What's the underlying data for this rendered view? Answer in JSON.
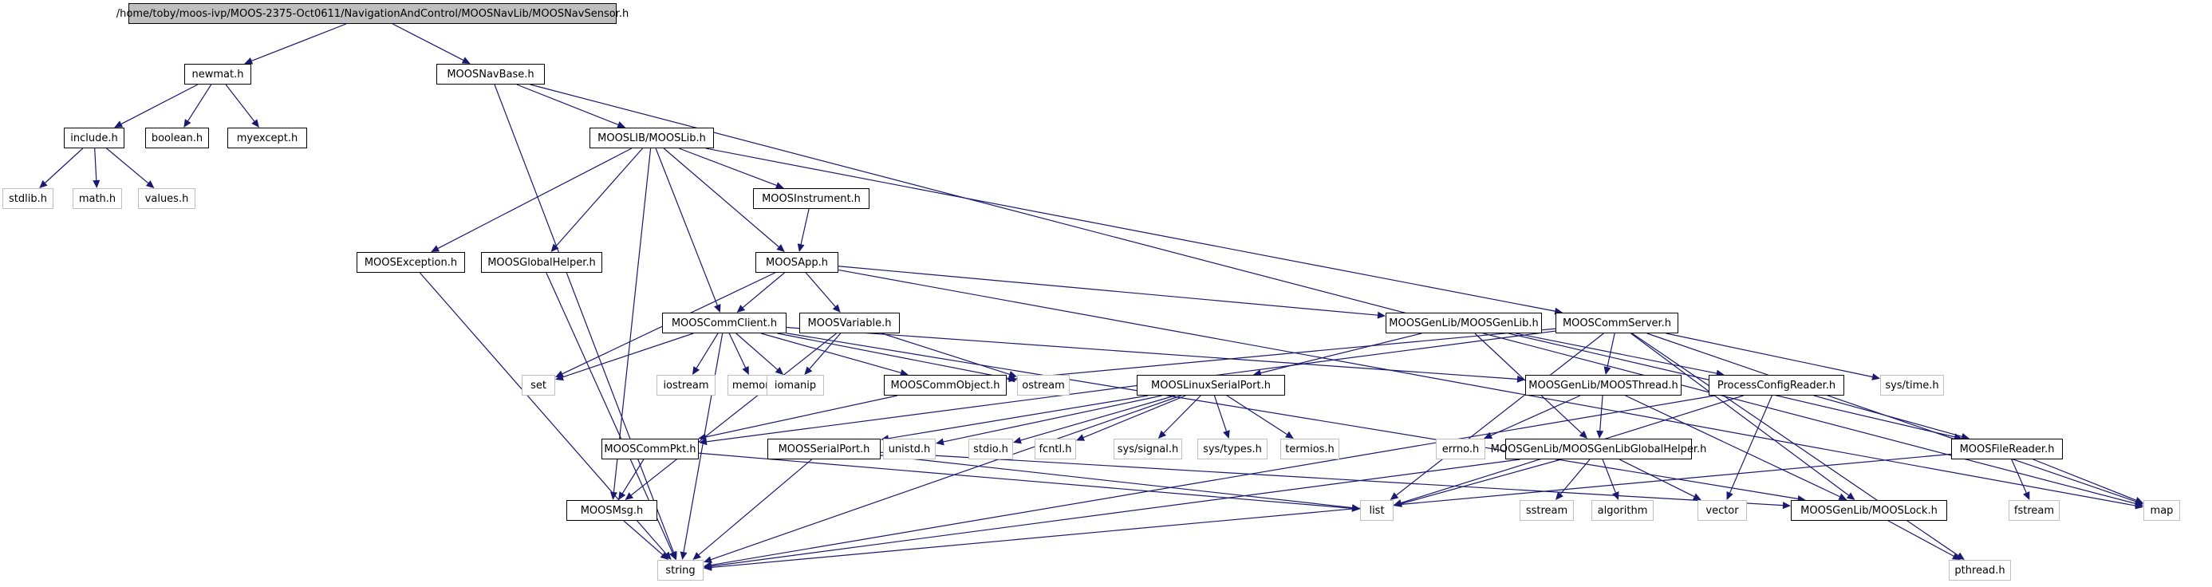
{
  "diagram": {
    "type": "include-dependency-graph",
    "colors": {
      "edge": "#191970",
      "root_fill": "#bfbfbf",
      "project_border": "#000000",
      "system_border": "#bfbfbf"
    },
    "nodes": {
      "root": "/home/toby/moos-ivp/MOOS-2375-Oct0611/NavigationAndControl/MOOSNavLib/MOOSNavSensor.h",
      "newmat": "newmat.h",
      "include": "include.h",
      "boolean": "boolean.h",
      "myexcept": "myexcept.h",
      "stdlib": "stdlib.h",
      "math": "math.h",
      "values": "values.h",
      "navbase": "MOOSNavBase.h",
      "mooslib": "MOOSLIB/MOOSLib.h",
      "exception": "MOOSException.h",
      "globalhelper": "MOOSGlobalHelper.h",
      "instrument": "MOOSInstrument.h",
      "app": "MOOSApp.h",
      "commclient": "MOOSCommClient.h",
      "variable": "MOOSVariable.h",
      "genlib": "MOOSGenLib/MOOSGenLib.h",
      "commserver": "MOOSCommServer.h",
      "set": "set",
      "iostream": "iostream",
      "memory": "memory",
      "iomanip": "iomanip",
      "commobject": "MOOSCommObject.h",
      "ostream": "ostream",
      "linuxserial": "MOOSLinuxSerialPort.h",
      "thread": "MOOSGenLib/MOOSThread.h",
      "processconfig": "ProcessConfigReader.h",
      "systime": "sys/time.h",
      "commpkt": "MOOSCommPkt.h",
      "serialport": "MOOSSerialPort.h",
      "unistd": "unistd.h",
      "stdio": "stdio.h",
      "fcntl": "fcntl.h",
      "syssignal": "sys/signal.h",
      "systypes": "sys/types.h",
      "termios": "termios.h",
      "errno": "errno.h",
      "genlibhelper": "MOOSGenLib/MOOSGenLibGlobalHelper.h",
      "filereader": "MOOSFileReader.h",
      "msg": "MOOSMsg.h",
      "list": "list",
      "sstream": "sstream",
      "algorithm": "algorithm",
      "vector": "vector",
      "lock": "MOOSGenLib/MOOSLock.h",
      "fstream": "fstream",
      "map": "map",
      "string": "string",
      "pthread": "pthread.h"
    },
    "edges": [
      [
        "root",
        "newmat"
      ],
      [
        "root",
        "navbase"
      ],
      [
        "newmat",
        "include"
      ],
      [
        "newmat",
        "boolean"
      ],
      [
        "newmat",
        "myexcept"
      ],
      [
        "include",
        "stdlib"
      ],
      [
        "include",
        "math"
      ],
      [
        "include",
        "values"
      ],
      [
        "navbase",
        "mooslib"
      ],
      [
        "navbase",
        "string"
      ],
      [
        "navbase",
        "map"
      ],
      [
        "mooslib",
        "exception"
      ],
      [
        "mooslib",
        "globalhelper"
      ],
      [
        "mooslib",
        "instrument"
      ],
      [
        "mooslib",
        "app"
      ],
      [
        "mooslib",
        "commclient"
      ],
      [
        "mooslib",
        "commserver"
      ],
      [
        "mooslib",
        "msg"
      ],
      [
        "instrument",
        "app"
      ],
      [
        "app",
        "commclient"
      ],
      [
        "app",
        "variable"
      ],
      [
        "app",
        "genlib"
      ],
      [
        "app",
        "set"
      ],
      [
        "app",
        "map"
      ],
      [
        "exception",
        "string"
      ],
      [
        "globalhelper",
        "string"
      ],
      [
        "commclient",
        "set"
      ],
      [
        "commclient",
        "iostream"
      ],
      [
        "commclient",
        "memory"
      ],
      [
        "commclient",
        "iomanip"
      ],
      [
        "commclient",
        "commobject"
      ],
      [
        "commclient",
        "ostream"
      ],
      [
        "commclient",
        "thread"
      ],
      [
        "commclient",
        "lock"
      ],
      [
        "commclient",
        "string"
      ],
      [
        "variable",
        "iomanip"
      ],
      [
        "variable",
        "msg"
      ],
      [
        "variable",
        "ostream"
      ],
      [
        "genlib",
        "linuxserial"
      ],
      [
        "genlib",
        "processconfig"
      ],
      [
        "genlib",
        "genlibhelper"
      ],
      [
        "genlib",
        "filereader"
      ],
      [
        "commserver",
        "commobject"
      ],
      [
        "commserver",
        "thread"
      ],
      [
        "commserver",
        "systime"
      ],
      [
        "commserver",
        "list"
      ],
      [
        "commserver",
        "map"
      ],
      [
        "commserver",
        "lock"
      ],
      [
        "commserver",
        "commpkt"
      ],
      [
        "commserver",
        "pthread"
      ],
      [
        "commobject",
        "commpkt"
      ],
      [
        "linuxserial",
        "serialport"
      ],
      [
        "linuxserial",
        "unistd"
      ],
      [
        "linuxserial",
        "stdio"
      ],
      [
        "linuxserial",
        "fcntl"
      ],
      [
        "linuxserial",
        "syssignal"
      ],
      [
        "linuxserial",
        "systypes"
      ],
      [
        "linuxserial",
        "termios"
      ],
      [
        "linuxserial",
        "string"
      ],
      [
        "thread",
        "errno"
      ],
      [
        "thread",
        "genlibhelper"
      ],
      [
        "thread",
        "lock"
      ],
      [
        "processconfig",
        "filereader"
      ],
      [
        "processconfig",
        "list"
      ],
      [
        "processconfig",
        "vector"
      ],
      [
        "processconfig",
        "string"
      ],
      [
        "commpkt",
        "msg"
      ],
      [
        "commpkt",
        "list"
      ],
      [
        "serialport",
        "list"
      ],
      [
        "serialport",
        "lock"
      ],
      [
        "serialport",
        "string"
      ],
      [
        "genlibhelper",
        "list"
      ],
      [
        "genlibhelper",
        "sstream"
      ],
      [
        "genlibhelper",
        "algorithm"
      ],
      [
        "genlibhelper",
        "vector"
      ],
      [
        "genlibhelper",
        "string"
      ],
      [
        "filereader",
        "fstream"
      ],
      [
        "filereader",
        "map"
      ],
      [
        "filereader",
        "string"
      ],
      [
        "msg",
        "string"
      ],
      [
        "lock",
        "pthread"
      ]
    ]
  }
}
